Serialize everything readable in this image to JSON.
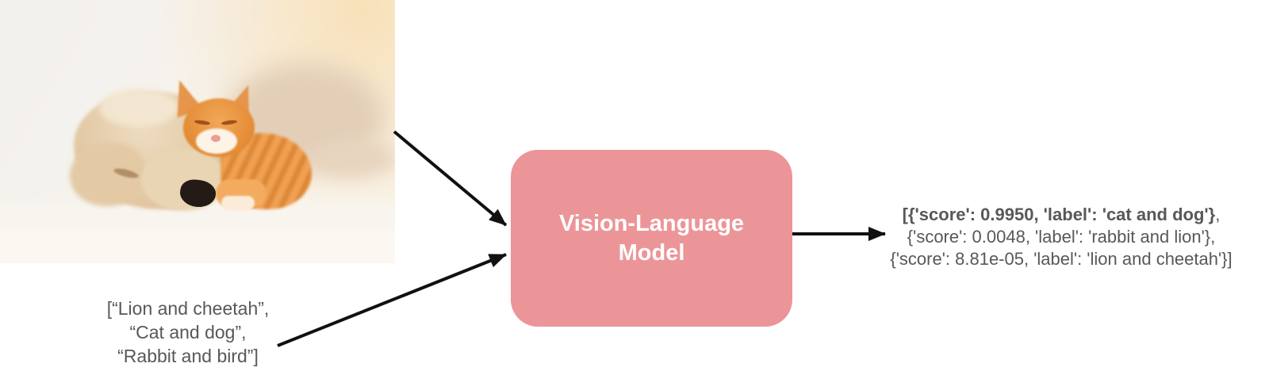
{
  "colors": {
    "model_box_bg": "#EC9598",
    "model_box_text": "#FFFFFF",
    "arrow": "#111111",
    "text_gray": "#58585A"
  },
  "icons": {
    "arrow": "black solid line with triangular arrowhead"
  },
  "photo": {
    "description": "Sleeping cream puppy with an orange tabby kitten resting on its head"
  },
  "input_list": {
    "lines": [
      "[“Lion and cheetah”,",
      "“Cat and dog”,",
      "“Rabbit and bird”]"
    ]
  },
  "model_box": {
    "title_line1": "Vision-Language",
    "title_line2": "Model"
  },
  "output": {
    "line1_bold": "[{'score': 0.9950, 'label': 'cat and dog'}",
    "line1_tail": ",",
    "line2": "{'score': 0.0048, 'label': 'rabbit and lion'},",
    "line3": "{'score': 8.81e-05, 'label': 'lion and cheetah'}]"
  }
}
